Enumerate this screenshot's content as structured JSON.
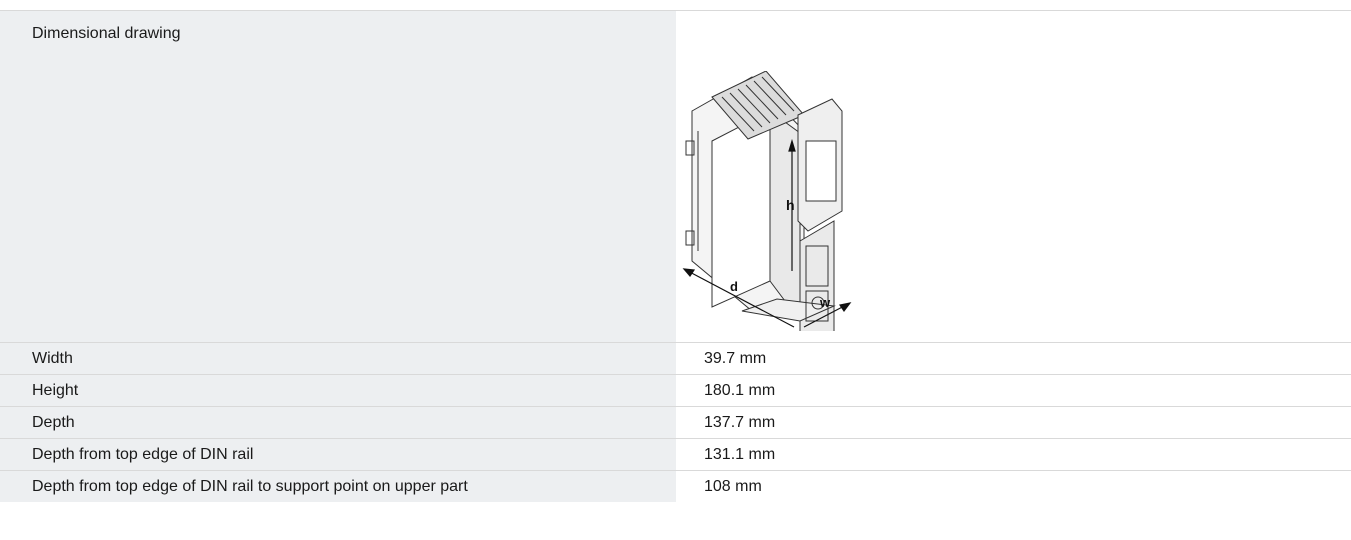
{
  "drawing": {
    "label": "Dimensional drawing",
    "dim_h": "h",
    "dim_d": "d",
    "dim_w": "w"
  },
  "rows": [
    {
      "label": "Width",
      "value": "39.7 mm"
    },
    {
      "label": "Height",
      "value": "180.1 mm"
    },
    {
      "label": "Depth",
      "value": "137.7 mm"
    },
    {
      "label": "Depth from top edge of DIN rail",
      "value": "131.1 mm"
    },
    {
      "label": "Depth from top edge of DIN rail to support point on upper part",
      "value": "108 mm"
    }
  ]
}
